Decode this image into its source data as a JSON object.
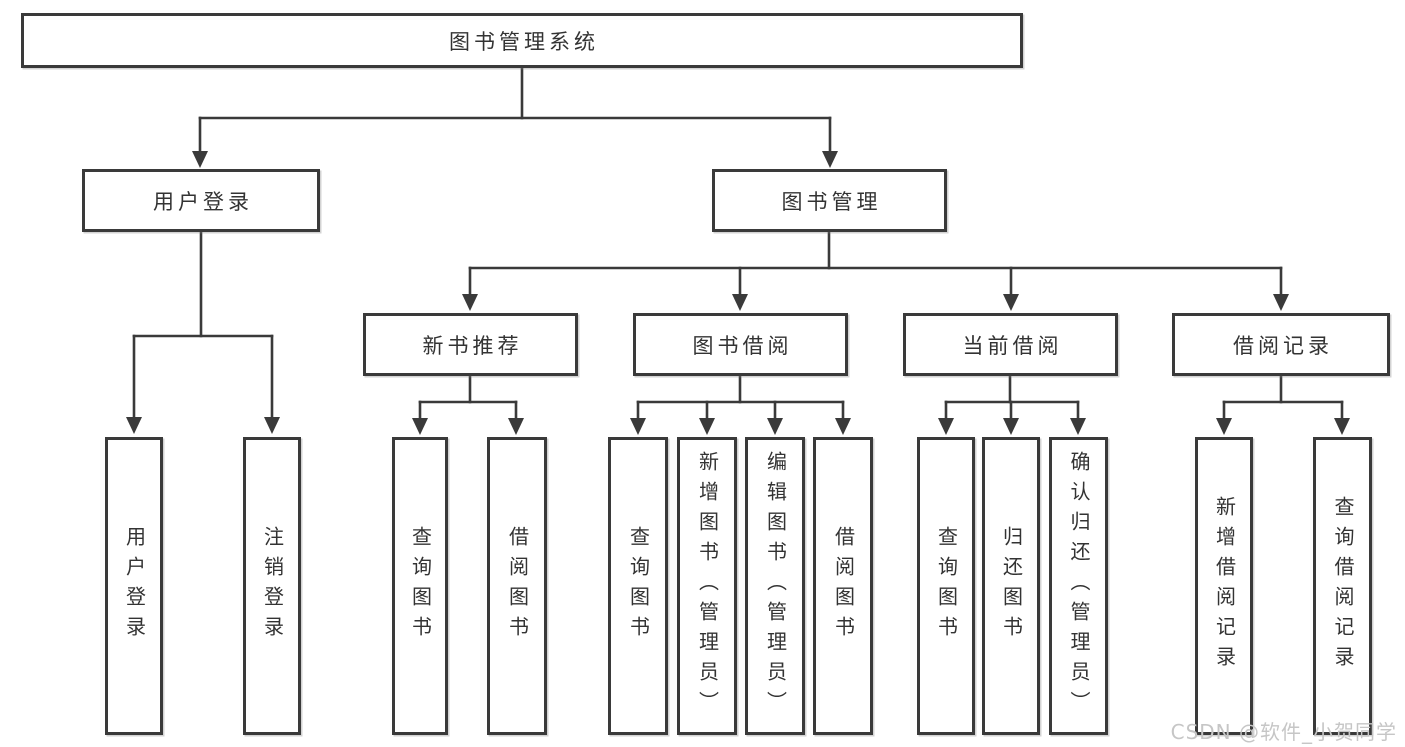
{
  "diagram_title": "图书管理系统",
  "tree": {
    "label": "图书管理系统",
    "children": [
      {
        "label": "用户登录",
        "children": [
          {
            "label": "用户登录"
          },
          {
            "label": "注销登录"
          }
        ]
      },
      {
        "label": "图书管理",
        "children": [
          {
            "label": "新书推荐",
            "children": [
              {
                "label": "查询图书"
              },
              {
                "label": "借阅图书"
              }
            ]
          },
          {
            "label": "图书借阅",
            "children": [
              {
                "label": "查询图书"
              },
              {
                "label": "新增图书（管理员）"
              },
              {
                "label": "编辑图书（管理员）"
              },
              {
                "label": "借阅图书"
              }
            ]
          },
          {
            "label": "当前借阅",
            "children": [
              {
                "label": "查询图书"
              },
              {
                "label": "归还图书"
              },
              {
                "label": "确认归还（管理员）"
              }
            ]
          },
          {
            "label": "借阅记录",
            "children": [
              {
                "label": "新增借阅记录"
              },
              {
                "label": "查询借阅记录"
              }
            ]
          }
        ]
      }
    ]
  },
  "watermark": "CSDN @软件_小贺同学",
  "colors": {
    "line": "#3a3a3a",
    "text": "#333333",
    "background": "#ffffff",
    "watermark": "#c6c6c6"
  }
}
